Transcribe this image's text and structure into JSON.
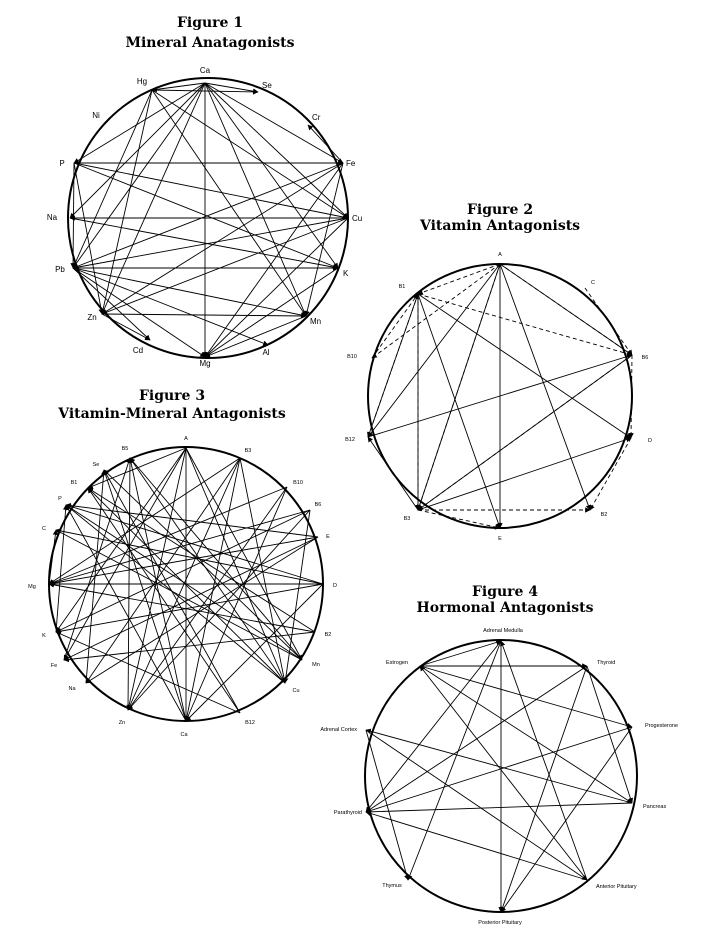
{
  "figures": [
    {
      "id": "fig1",
      "title_line1": "Figure 1",
      "title_line2": "Mineral Anatagonists",
      "nodes": [
        "Ca",
        "Se",
        "Cr",
        "Fe",
        "Cu",
        "K",
        "Mn",
        "Al",
        "Mg",
        "Cd",
        "Zn",
        "Pb",
        "Na",
        "P",
        "Ni",
        "Hg"
      ],
      "edges": [
        [
          "Ca",
          "Se"
        ],
        [
          "Ca",
          "Hg"
        ],
        [
          "Ca",
          "Fe"
        ],
        [
          "Ca",
          "Cu"
        ],
        [
          "Ca",
          "P"
        ],
        [
          "Ca",
          "Pb"
        ],
        [
          "Ca",
          "Zn"
        ],
        [
          "Ca",
          "Mg"
        ],
        [
          "Ca",
          "K"
        ],
        [
          "Ca",
          "Mn"
        ],
        [
          "Ca",
          "Na"
        ],
        [
          "Hg",
          "Se"
        ],
        [
          "Hg",
          "Cu"
        ],
        [
          "Hg",
          "Mn"
        ],
        [
          "Hg",
          "Pb"
        ],
        [
          "Hg",
          "Zn"
        ],
        [
          "P",
          "Fe"
        ],
        [
          "P",
          "Cu"
        ],
        [
          "P",
          "K"
        ],
        [
          "P",
          "Zn"
        ],
        [
          "P",
          "Pb"
        ],
        [
          "Fe",
          "Pb"
        ],
        [
          "Fe",
          "Zn"
        ],
        [
          "Fe",
          "Mn"
        ],
        [
          "Fe",
          "Cr"
        ],
        [
          "Fe",
          "Mg"
        ],
        [
          "Cu",
          "Pb"
        ],
        [
          "Cu",
          "Zn"
        ],
        [
          "Cu",
          "Mg"
        ],
        [
          "Cu",
          "Na"
        ],
        [
          "Pb",
          "Mn"
        ],
        [
          "Pb",
          "Mg"
        ],
        [
          "Pb",
          "Al"
        ],
        [
          "Pb",
          "Cd"
        ],
        [
          "Pb",
          "K"
        ],
        [
          "Zn",
          "Mn"
        ],
        [
          "Zn",
          "Cd"
        ],
        [
          "Na",
          "K"
        ],
        [
          "K",
          "Mg"
        ],
        [
          "Mn",
          "Mg"
        ]
      ],
      "dashed": []
    },
    {
      "id": "fig2",
      "title_line1": "Figure 2",
      "title_line2": "Vitamin Antagonists",
      "nodes": [
        "A",
        "C",
        "B6",
        "D",
        "B2",
        "E",
        "B3",
        "B12",
        "B10",
        "B1"
      ],
      "edges": [
        [
          "A",
          "B6"
        ],
        [
          "A",
          "E"
        ],
        [
          "A",
          "B2"
        ],
        [
          "A",
          "B12"
        ],
        [
          "A",
          "B3"
        ],
        [
          "B1",
          "E"
        ],
        [
          "B1",
          "D"
        ],
        [
          "B1",
          "B3"
        ],
        [
          "B12",
          "B6"
        ],
        [
          "B12",
          "B1"
        ],
        [
          "B3",
          "D"
        ],
        [
          "B3",
          "B12"
        ],
        [
          "B6",
          "B3"
        ]
      ],
      "dashed": [
        [
          "A",
          "B1"
        ],
        [
          "A",
          "B10"
        ],
        [
          "A",
          "B6"
        ],
        [
          "A",
          "B3"
        ],
        [
          "B1",
          "B6"
        ],
        [
          "B1",
          "B12"
        ],
        [
          "B1",
          "B3"
        ],
        [
          "B6",
          "D"
        ],
        [
          "D",
          "B2"
        ],
        [
          "B3",
          "B2"
        ],
        [
          "B3",
          "E"
        ],
        [
          "B6",
          "B3"
        ],
        [
          "B10",
          "B1"
        ],
        [
          "C",
          "B6"
        ]
      ]
    },
    {
      "id": "fig3",
      "title_line1": "Figure 3",
      "title_line2": "Vitamin-Mineral Antagonists",
      "nodes": [
        "A",
        "B3",
        "B10",
        "B6",
        "E",
        "D",
        "B2",
        "Mn",
        "Cu",
        "B12",
        "Ca",
        "Zn",
        "Na",
        "Fe",
        "K",
        "Mg",
        "C",
        "P",
        "B1",
        "Se",
        "B5"
      ],
      "edges": [
        [
          "A",
          "Ca"
        ],
        [
          "A",
          "Zn"
        ],
        [
          "A",
          "Fe"
        ],
        [
          "A",
          "K"
        ],
        [
          "A",
          "Cu"
        ],
        [
          "A",
          "Mn"
        ],
        [
          "A",
          "B1"
        ],
        [
          "B3",
          "Ca"
        ],
        [
          "B3",
          "Na"
        ],
        [
          "B3",
          "Zn"
        ],
        [
          "B3",
          "Mg"
        ],
        [
          "B3",
          "Cu"
        ],
        [
          "B10",
          "Mg"
        ],
        [
          "B10",
          "Zn"
        ],
        [
          "B10",
          "Ca"
        ],
        [
          "B6",
          "Mg"
        ],
        [
          "B6",
          "K"
        ],
        [
          "B6",
          "Zn"
        ],
        [
          "B6",
          "Cu"
        ],
        [
          "E",
          "Mg"
        ],
        [
          "E",
          "Fe"
        ],
        [
          "E",
          "P"
        ],
        [
          "E",
          "Na"
        ],
        [
          "D",
          "Mg"
        ],
        [
          "D",
          "P"
        ],
        [
          "D",
          "K"
        ],
        [
          "D",
          "Ca"
        ],
        [
          "D",
          "C"
        ],
        [
          "B2",
          "Mg"
        ],
        [
          "B2",
          "Fe"
        ],
        [
          "B2",
          "B1"
        ],
        [
          "Mn",
          "P"
        ],
        [
          "Mn",
          "C"
        ],
        [
          "Mn",
          "Se"
        ],
        [
          "Mn",
          "B5"
        ],
        [
          "Cu",
          "B1"
        ],
        [
          "Cu",
          "P"
        ],
        [
          "Cu",
          "B5"
        ],
        [
          "B12",
          "K"
        ],
        [
          "B12",
          "Se"
        ],
        [
          "B12",
          "B1"
        ],
        [
          "Ca",
          "P"
        ],
        [
          "Ca",
          "B5"
        ],
        [
          "Ca",
          "Se"
        ],
        [
          "Zn",
          "B5"
        ],
        [
          "Na",
          "Se"
        ],
        [
          "Fe",
          "B5"
        ],
        [
          "K",
          "P"
        ],
        [
          "Mg",
          "C"
        ]
      ],
      "dashed": []
    },
    {
      "id": "fig4",
      "title_line1": "Figure 4",
      "title_line2": "Hormonal Antagonists",
      "nodes": [
        "Adrenal Medulla",
        "Thyroid",
        "Progesterone",
        "Pancreas",
        "Anterior Pituitary",
        "Posterior Pituitary",
        "Thymus",
        "Parathyroid",
        "Adrenal Cortex",
        "Estrogen"
      ],
      "edges": [
        [
          "Estrogen",
          "Thyroid"
        ],
        [
          "Estrogen",
          "Adrenal Medulla"
        ],
        [
          "Estrogen",
          "Progesterone"
        ],
        [
          "Estrogen",
          "Pancreas"
        ],
        [
          "Adrenal Medulla",
          "Thymus"
        ],
        [
          "Adrenal Medulla",
          "Parathyroid"
        ],
        [
          "Adrenal Medulla",
          "Posterior Pituitary"
        ],
        [
          "Thyroid",
          "Parathyroid"
        ],
        [
          "Thyroid",
          "Pancreas"
        ],
        [
          "Thyroid",
          "Posterior Pituitary"
        ],
        [
          "Progesterone",
          "Parathyroid"
        ],
        [
          "Progesterone",
          "Posterior Pituitary"
        ],
        [
          "Pancreas",
          "Adrenal Cortex"
        ],
        [
          "Pancreas",
          "Parathyroid"
        ],
        [
          "Anterior Pituitary",
          "Parathyroid"
        ],
        [
          "Anterior Pituitary",
          "Adrenal Medulla"
        ],
        [
          "Anterior Pituitary",
          "Estrogen"
        ],
        [
          "Adrenal Cortex",
          "Thymus"
        ],
        [
          "Adrenal Cortex",
          "Anterior Pituitary"
        ]
      ],
      "dashed": []
    }
  ]
}
